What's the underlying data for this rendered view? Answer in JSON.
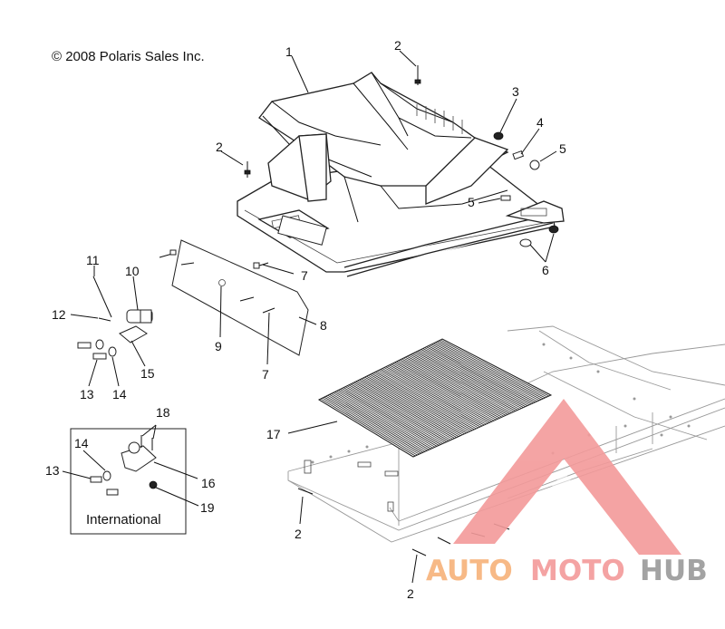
{
  "copyright": "© 2008 Polaris Sales Inc.",
  "callouts": [
    {
      "id": "c1",
      "text": "1"
    },
    {
      "id": "c2a",
      "text": "2"
    },
    {
      "id": "c2b",
      "text": "2"
    },
    {
      "id": "c2c",
      "text": "2"
    },
    {
      "id": "c2d",
      "text": "2"
    },
    {
      "id": "c3",
      "text": "3"
    },
    {
      "id": "c4",
      "text": "4"
    },
    {
      "id": "c5a",
      "text": "5"
    },
    {
      "id": "c5b",
      "text": "5"
    },
    {
      "id": "c6",
      "text": "6"
    },
    {
      "id": "c7a",
      "text": "7"
    },
    {
      "id": "c7b",
      "text": "7"
    },
    {
      "id": "c8",
      "text": "8"
    },
    {
      "id": "c9",
      "text": "9"
    },
    {
      "id": "c10",
      "text": "10"
    },
    {
      "id": "c11",
      "text": "11"
    },
    {
      "id": "c12",
      "text": "12"
    },
    {
      "id": "c13a",
      "text": "13"
    },
    {
      "id": "c13b",
      "text": "13"
    },
    {
      "id": "c14a",
      "text": "14"
    },
    {
      "id": "c14b",
      "text": "14"
    },
    {
      "id": "c15",
      "text": "15"
    },
    {
      "id": "c16",
      "text": "16"
    },
    {
      "id": "c17",
      "text": "17"
    },
    {
      "id": "c18",
      "text": "18"
    },
    {
      "id": "c19",
      "text": "19"
    }
  ],
  "inset_label": "International",
  "watermark": {
    "part1": "AUTO",
    "part2": "MOTO",
    "part3": "HUB",
    "color_orange": "#f7b27a",
    "color_red": "#f39a9a",
    "color_gray": "#9a9a9a"
  }
}
